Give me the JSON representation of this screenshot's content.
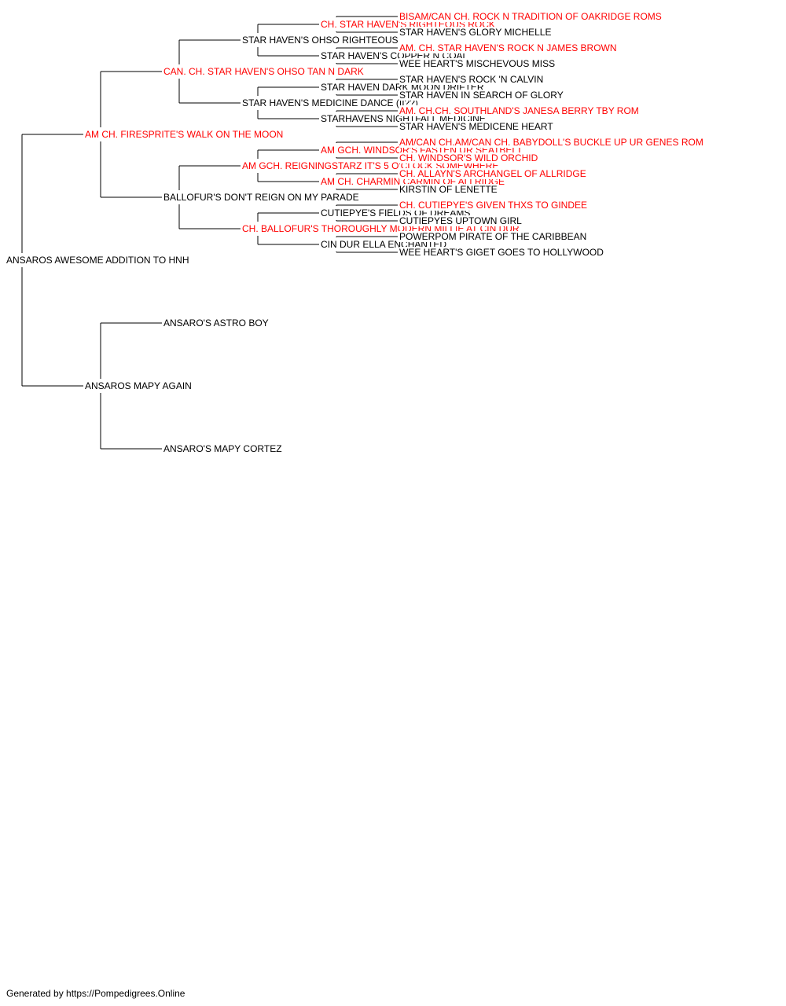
{
  "colors": {
    "champion": "#ff0000",
    "normal": "#000000",
    "connector": "#000000"
  },
  "pedigree": {
    "name": "ANSAROS AWESOME ADDITION TO HNH",
    "champion": false,
    "sire": {
      "name": "AM CH. FIRESPRITE'S WALK ON THE MOON",
      "champion": true,
      "sire": {
        "name": "CAN. CH. STAR HAVEN'S OHSO TAN N DARK",
        "champion": true,
        "sire": {
          "name": "STAR HAVEN'S OHSO RIGHTEOUS",
          "champion": false,
          "sire": {
            "name": "CH. STAR HAVEN'S RIGHTEOUS ROCK",
            "champion": true,
            "sire": {
              "name": "BISAM/CAN CH. ROCK N TRADITION OF OAKRIDGE ROMS",
              "champion": true
            },
            "dam": {
              "name": "STAR HAVEN'S GLORY MICHELLE",
              "champion": false
            }
          },
          "dam": {
            "name": "STAR HAVEN'S COPPER N COAL",
            "champion": false,
            "sire": {
              "name": "AM. CH. STAR HAVEN'S ROCK N JAMES BROWN",
              "champion": true
            },
            "dam": {
              "name": "WEE HEART'S MISCHEVOUS MISS",
              "champion": false
            }
          }
        },
        "dam": {
          "name": "STAR HAVEN'S MEDICINE DANCE (II??)",
          "champion": false,
          "sire": {
            "name": "STAR HAVEN DARK MOON DRIFTER",
            "champion": false,
            "sire": {
              "name": "STAR HAVEN'S ROCK 'N CALVIN",
              "champion": false
            },
            "dam": {
              "name": "STAR HAVEN IN SEARCH OF GLORY",
              "champion": false
            }
          },
          "dam": {
            "name": "STARHAVENS NIGHTFALL MEDICINE",
            "champion": false,
            "sire": {
              "name": "AM. CH.CH. SOUTHLAND'S JANESA BERRY TBY ROM",
              "champion": true
            },
            "dam": {
              "name": "STAR HAVEN'S MEDICENE HEART",
              "champion": false
            }
          }
        }
      },
      "dam": {
        "name": "BALLOFUR'S DON'T REIGN ON MY PARADE",
        "champion": false,
        "sire": {
          "name": "AM GCH. REIGNINGSTARZ IT'S 5 O'CLOCK SOMEWHERE",
          "champion": true,
          "sire": {
            "name": "AM GCH. WINDSOR'S FASTEN UR SEATBELT",
            "champion": true,
            "sire": {
              "name": "AM/CAN CH.AM/CAN CH. BABYDOLL'S BUCKLE UP UR GENES ROM",
              "champion": true
            },
            "dam": {
              "name": "CH. WINDSOR'S WILD ORCHID",
              "champion": true
            }
          },
          "dam": {
            "name": "AM CH. CHARMIN CARMIN OF ALLRIDGE",
            "champion": true,
            "sire": {
              "name": "CH. ALLAYN'S ARCHANGEL OF ALLRIDGE",
              "champion": true
            },
            "dam": {
              "name": "KIRSTIN OF LENETTE",
              "champion": false
            }
          }
        },
        "dam": {
          "name": "CH. BALLOFUR'S THOROUGHLY MODERN MILLIE AT CIN DUR",
          "champion": true,
          "sire": {
            "name": "CUTIEPYE'S FIELDS OF DREAMS",
            "champion": false,
            "sire": {
              "name": "CH. CUTIEPYE'S GIVEN THXS TO GINDEE",
              "champion": true
            },
            "dam": {
              "name": "CUTIEPYES UPTOWN GIRL",
              "champion": false
            }
          },
          "dam": {
            "name": "CIN DUR ELLA ENCHANTED",
            "champion": false,
            "sire": {
              "name": "POWERPOM PIRATE OF THE CARIBBEAN",
              "champion": false
            },
            "dam": {
              "name": "WEE HEART'S GIGET GOES TO HOLLYWOOD",
              "champion": false
            }
          }
        }
      }
    },
    "dam": {
      "name": "ANSAROS MAPY AGAIN",
      "champion": false,
      "sire": {
        "name": "ANSARO'S ASTRO BOY",
        "champion": false
      },
      "dam": {
        "name": "ANSARO'S MAPY CORTEZ",
        "champion": false
      }
    }
  },
  "footer": {
    "text": "Generated by https://Pompedigrees.Online"
  }
}
